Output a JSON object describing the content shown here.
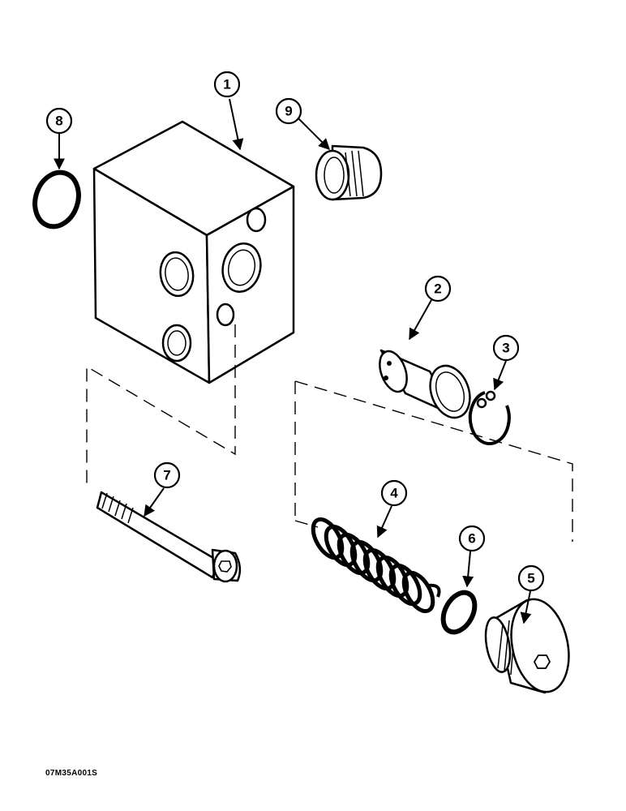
{
  "callouts": {
    "c1": "1",
    "c2": "2",
    "c3": "3",
    "c4": "4",
    "c5": "5",
    "c6": "6",
    "c7": "7",
    "c8": "8",
    "c9": "9"
  },
  "figure_code": "07M35A001S"
}
